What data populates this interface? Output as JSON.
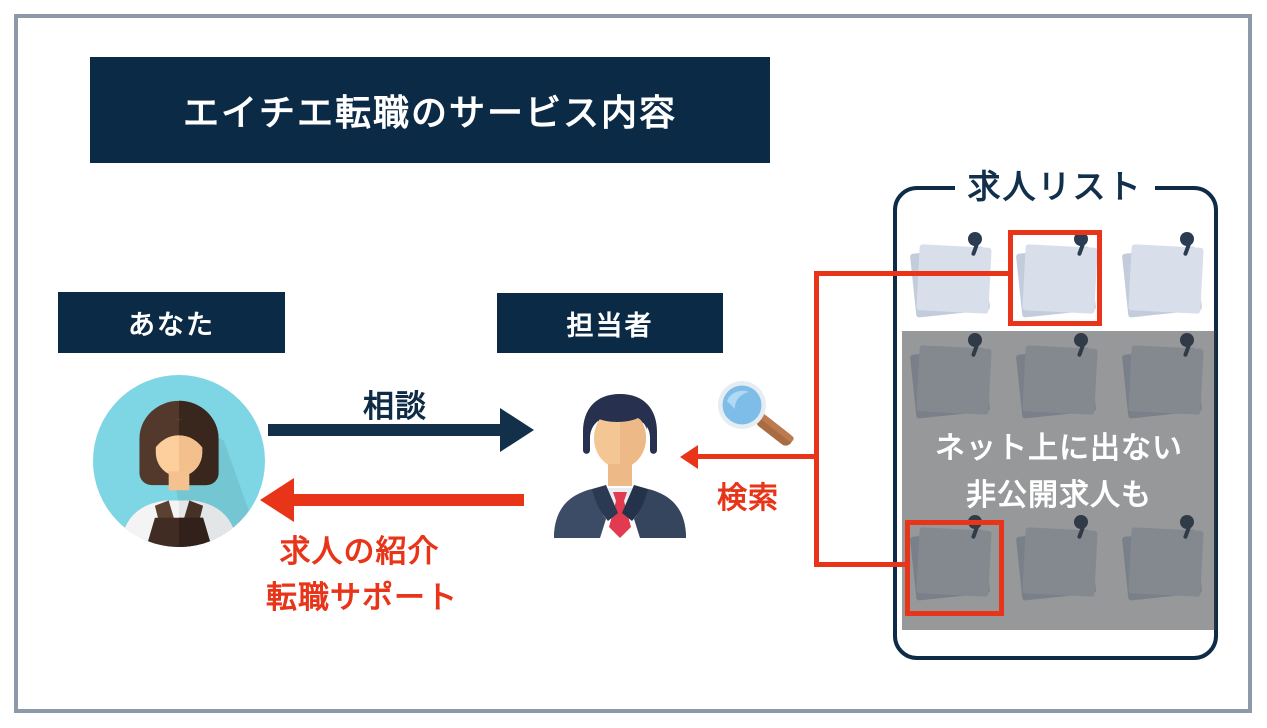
{
  "title": "エイチエ転職のサービス内容",
  "actors": {
    "you_label": "あなた",
    "agent_label": "担当者"
  },
  "arrows": {
    "consult_label": "相談",
    "referral_label_line1": "求人の紹介",
    "referral_label_line2": "転職サポート",
    "search_label": "検索"
  },
  "job_list": {
    "title": "求人リスト",
    "overlay_text_line1": "ネット上に出ない",
    "overlay_text_line2": "非公開求人も",
    "note_count": 9,
    "highlighted_notes": 2
  },
  "colors": {
    "navy": "#0B2A45",
    "red": "#E8351A",
    "frame_border": "#8C99A7",
    "note_face": "#D8DFEA",
    "note_back": "#C2CCDB",
    "pin": "#2A3B52",
    "avatar_background_cyan": "#7ED5E4",
    "overlay_grey": "rgba(56,58,62,0.52)"
  },
  "icons": {
    "woman": "woman-avatar-icon",
    "businessman": "businessman-avatar-icon",
    "magnifier": "magnifier-icon",
    "pin": "pin-icon"
  }
}
